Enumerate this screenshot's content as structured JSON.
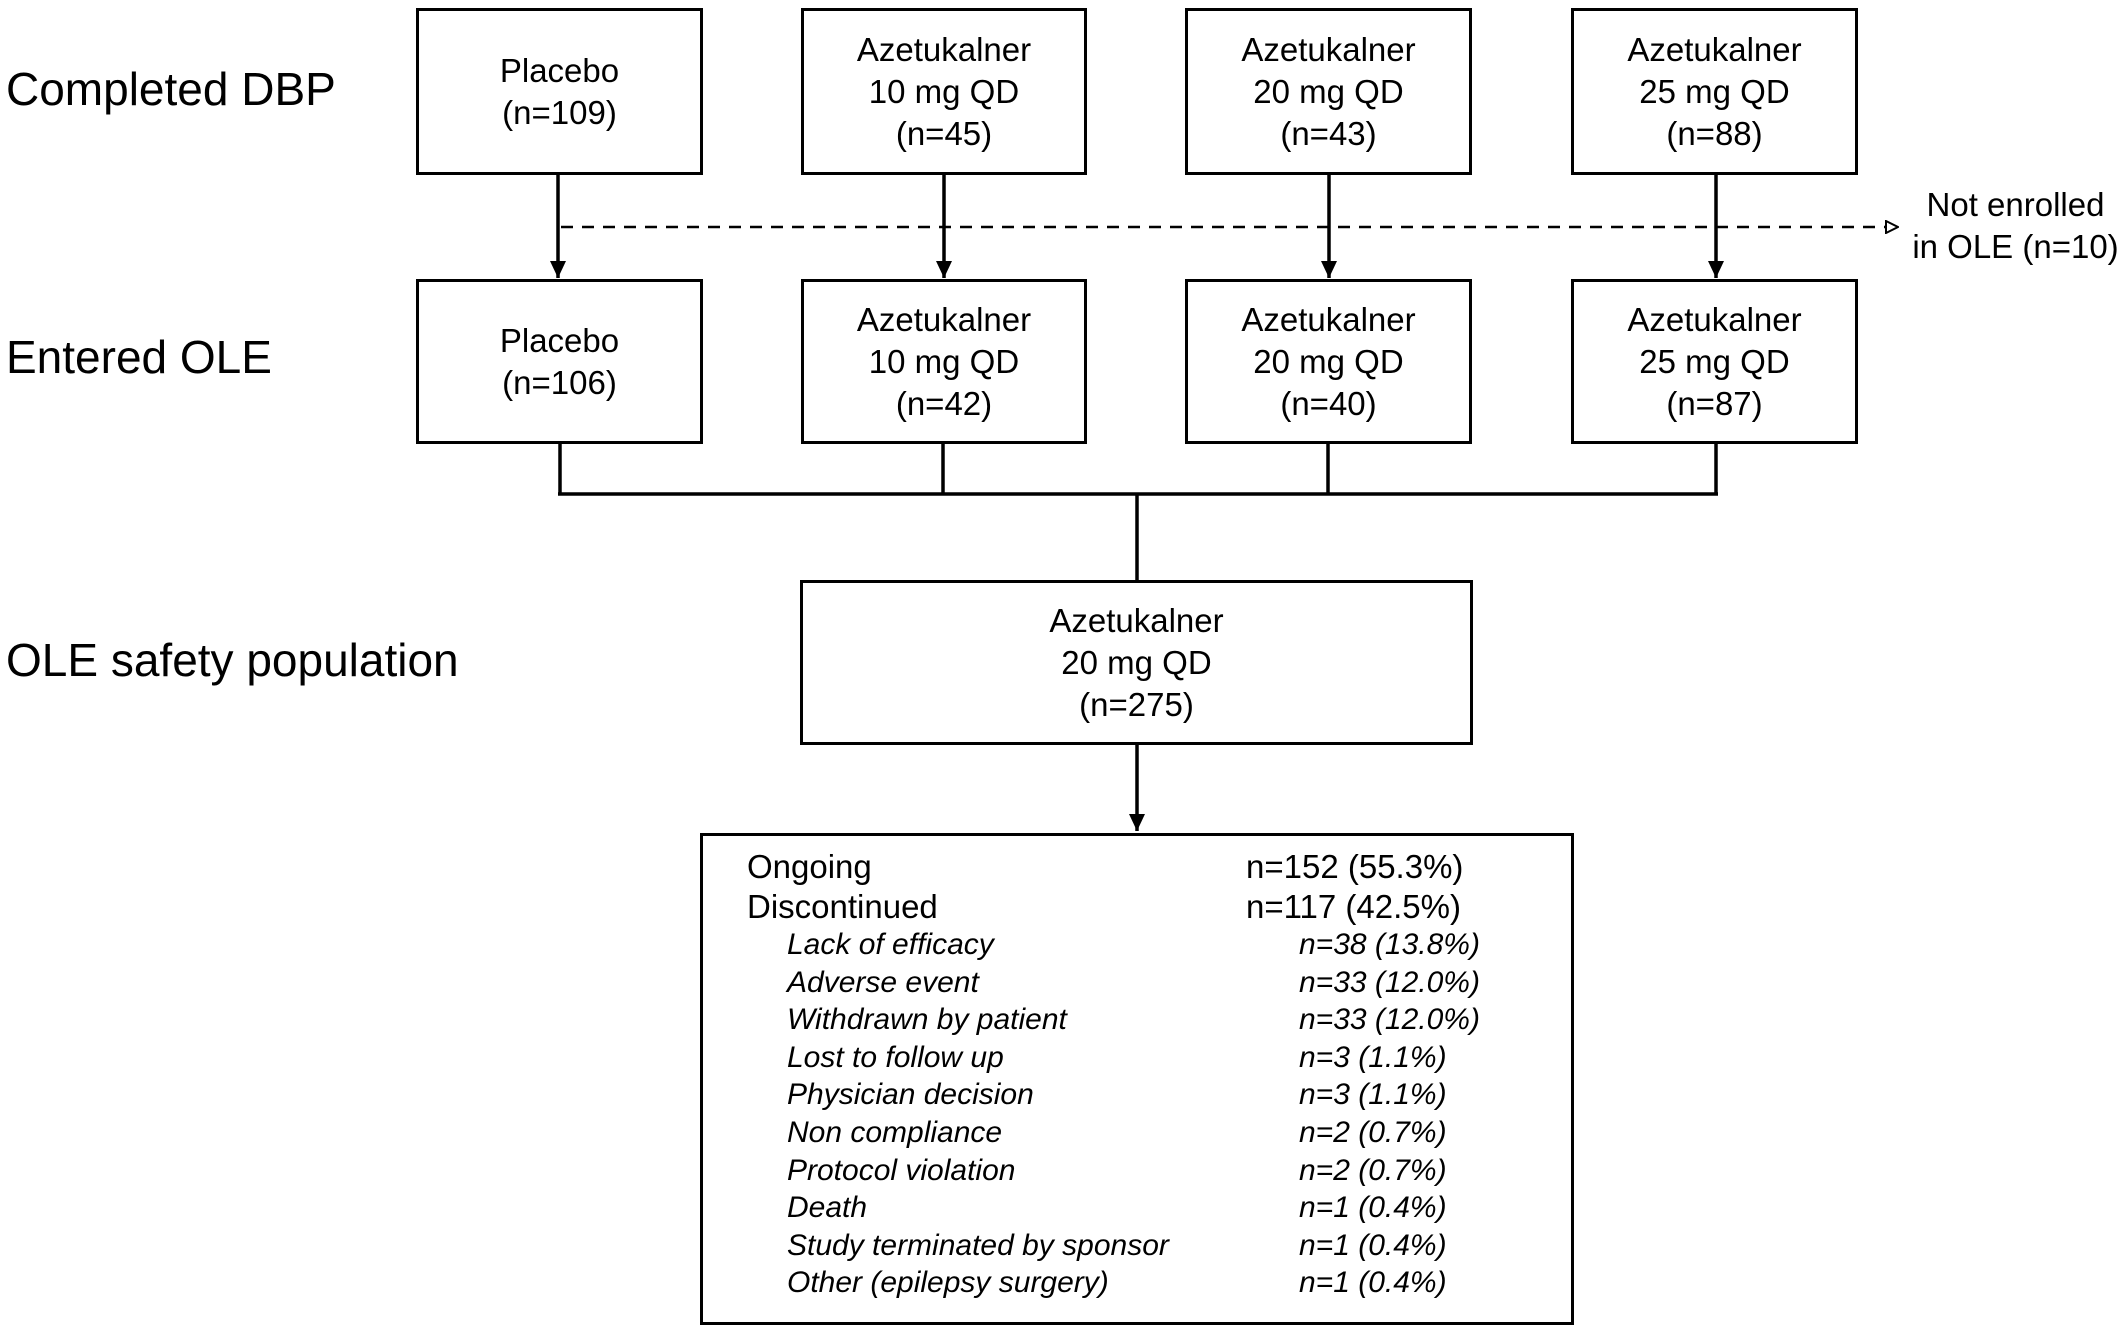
{
  "rows": {
    "completed": "Completed DBP",
    "entered": "Entered OLE",
    "safety": "OLE safety population"
  },
  "dbp": [
    {
      "line1": "Placebo",
      "line2": "(n=109)",
      "line3": ""
    },
    {
      "line1": "Azetukalner",
      "line2": "10 mg QD",
      "line3": "(n=45)"
    },
    {
      "line1": "Azetukalner",
      "line2": "20 mg QD",
      "line3": "(n=43)"
    },
    {
      "line1": "Azetukalner",
      "line2": "25 mg QD",
      "line3": "(n=88)"
    }
  ],
  "not_enrolled": {
    "line1": "Not enrolled",
    "line2": "in OLE (n=10)"
  },
  "ole": [
    {
      "line1": "Placebo",
      "line2": "(n=106)",
      "line3": ""
    },
    {
      "line1": "Azetukalner",
      "line2": "10 mg QD",
      "line3": "(n=42)"
    },
    {
      "line1": "Azetukalner",
      "line2": "20 mg QD",
      "line3": "(n=40)"
    },
    {
      "line1": "Azetukalner",
      "line2": "25 mg QD",
      "line3": "(n=87)"
    }
  ],
  "safety": {
    "line1": "Azetukalner",
    "line2": "20 mg QD",
    "line3": "(n=275)"
  },
  "outcomes": {
    "main": [
      {
        "label": "Ongoing",
        "value": "n=152 (55.3%)"
      },
      {
        "label": "Discontinued",
        "value": "n=117 (42.5%)"
      }
    ],
    "reasons": [
      {
        "label": "Lack of efficacy",
        "value": "n=38 (13.8%)"
      },
      {
        "label": "Adverse event",
        "value": "n=33 (12.0%)"
      },
      {
        "label": "Withdrawn by patient",
        "value": "n=33 (12.0%)"
      },
      {
        "label": "Lost to follow up",
        "value": "n=3 (1.1%)"
      },
      {
        "label": "Physician decision",
        "value": "n=3 (1.1%)"
      },
      {
        "label": "Non compliance",
        "value": "n=2 (0.7%)"
      },
      {
        "label": "Protocol violation",
        "value": "n=2 (0.7%)"
      },
      {
        "label": "Death",
        "value": "n=1 (0.4%)"
      },
      {
        "label": "Study terminated by sponsor",
        "value": "n=1 (0.4%)"
      },
      {
        "label": "Other (epilepsy surgery)",
        "value": "n=1 (0.4%)"
      }
    ]
  }
}
